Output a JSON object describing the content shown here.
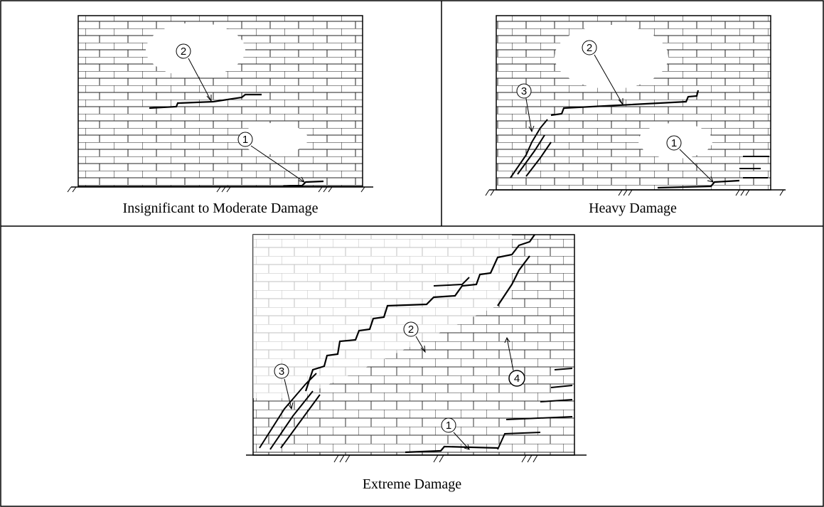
{
  "panels": [
    {
      "id": "moderate",
      "caption": "Insignificant to Moderate Damage",
      "markers": [
        "1",
        "2"
      ]
    },
    {
      "id": "heavy",
      "caption": "Heavy Damage",
      "markers": [
        "1",
        "2",
        "3"
      ]
    },
    {
      "id": "extreme",
      "caption": "Extreme Damage",
      "markers": [
        "1",
        "2",
        "3",
        "4"
      ]
    }
  ]
}
